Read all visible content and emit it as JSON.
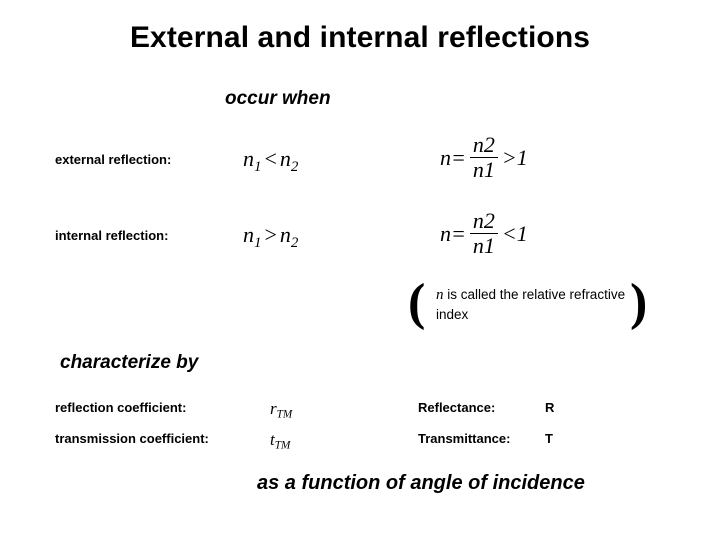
{
  "slide": {
    "title": "External and internal reflections",
    "background_color": "#ffffff",
    "text_color": "#000000"
  },
  "sections": {
    "occur_when": "occur when",
    "characterize_by": "characterize by",
    "as_function_of": "as a function of angle of incidence"
  },
  "conditions": [
    {
      "label": "external reflection:",
      "inequality": {
        "left_var": "n",
        "left_sub": "1",
        "relation": "<",
        "right_var": "n",
        "right_sub": "2"
      },
      "equation": {
        "lhs_var": "n",
        "equals": "=",
        "numerator_var": "n",
        "numerator_sub": "2",
        "denominator_var": "n",
        "denominator_sub": "1",
        "relation": ">",
        "value": "1"
      }
    },
    {
      "label": "internal reflection:",
      "inequality": {
        "left_var": "n",
        "left_sub": "1",
        "relation": ">",
        "right_var": "n",
        "right_sub": "2"
      },
      "equation": {
        "lhs_var": "n",
        "equals": "=",
        "numerator_var": "n",
        "numerator_sub": "2",
        "denominator_var": "n",
        "denominator_sub": "1",
        "relation": "<",
        "value": "1"
      }
    }
  ],
  "note": {
    "open_paren": "(",
    "close_paren": ")",
    "symbol": "n",
    "text": " is called the relative refractive index"
  },
  "coefficients": [
    {
      "label": "reflection coefficient:",
      "symbol_base": "r",
      "symbol_sub": "TM",
      "right_label": "Reflectance:",
      "right_value": "R"
    },
    {
      "label": "transmission coefficient:",
      "symbol_base": "t",
      "symbol_sub": "TM",
      "right_label": "Transmittance:",
      "right_value": "T"
    }
  ]
}
